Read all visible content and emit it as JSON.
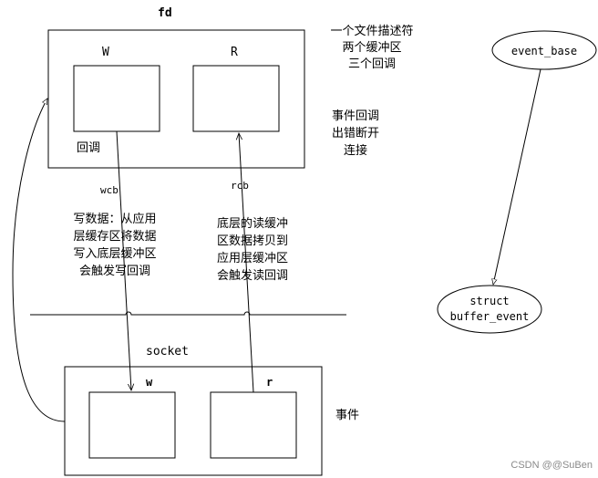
{
  "fd_label": "fd",
  "fd_write_label": "W",
  "fd_read_label": "R",
  "fd_callback_label": "回调",
  "fd_note": [
    "一个文件描述符",
    "两个缓冲区",
    "三个回调"
  ],
  "event_note": [
    "事件回调",
    "出错断开",
    "连接"
  ],
  "wcb_label": "wcb",
  "rcb_label": "rcb",
  "write_note": [
    "写数据：从应用",
    "层缓存区将数据",
    "写入底层缓冲区",
    "会触发写回调"
  ],
  "read_note": [
    "底层的读缓冲",
    "区数据拷贝到",
    "应用层缓冲区",
    "会触发读回调"
  ],
  "socket_label": "socket",
  "socket_write_label": "w",
  "socket_read_label": "r",
  "socket_note": "事件",
  "event_base_label": "event_base",
  "bufferevent_label": [
    "struct",
    "buffer_event"
  ],
  "watermark": "CSDN @@SuBen"
}
